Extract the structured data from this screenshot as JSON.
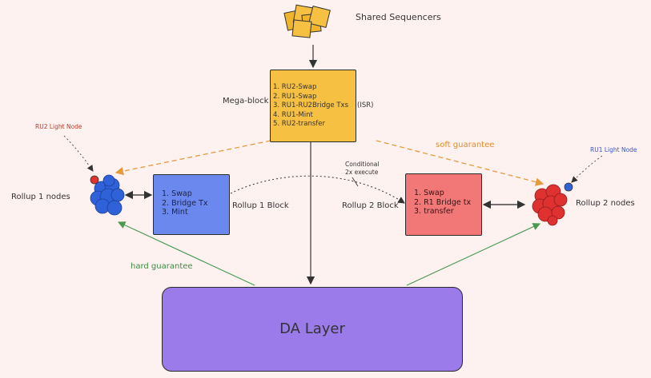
{
  "sequencers": {
    "label": "Shared Sequencers"
  },
  "mega_block": {
    "label": "Mega-block",
    "items": [
      "1. RU2-Swap",
      "2. RU1-Swap",
      "3. RU1-RU2Bridge Txs",
      "4. RU1-Mint",
      "5. RU2-transfer"
    ],
    "isr_label": "(ISR)"
  },
  "rollup1_block": {
    "label": "Rollup 1 Block",
    "items": [
      "1. Swap",
      "2. Bridge Tx",
      "3. Mint"
    ]
  },
  "rollup2_block": {
    "label": "Rollup 2 Block",
    "items": [
      "1. Swap",
      "2. R1 Bridge tx",
      "3. transfer"
    ]
  },
  "rollup1_nodes": {
    "label": "Rollup 1 nodes"
  },
  "rollup2_nodes": {
    "label": "Rollup 2 nodes"
  },
  "light_node_ru2": {
    "label": "RU2 Light Node"
  },
  "light_node_ru1": {
    "label": "RU1 Light Node"
  },
  "soft_guarantee": {
    "label": "soft guarantee"
  },
  "hard_guarantee": {
    "label": "hard guarantee"
  },
  "conditional": {
    "line1": "Conditional",
    "line2": "2x execute"
  },
  "da_layer": {
    "label": "DA Layer"
  },
  "colors": {
    "mega_block": "#f6c042",
    "rollup1_block": "#6a88ee",
    "rollup2_block": "#f27777",
    "da_layer": "#9b7be9",
    "soft_arrow": "#e59a3c",
    "hard_arrow": "#4c9a52",
    "rollup1_node": "#2f62d8",
    "rollup2_node": "#e03131"
  }
}
